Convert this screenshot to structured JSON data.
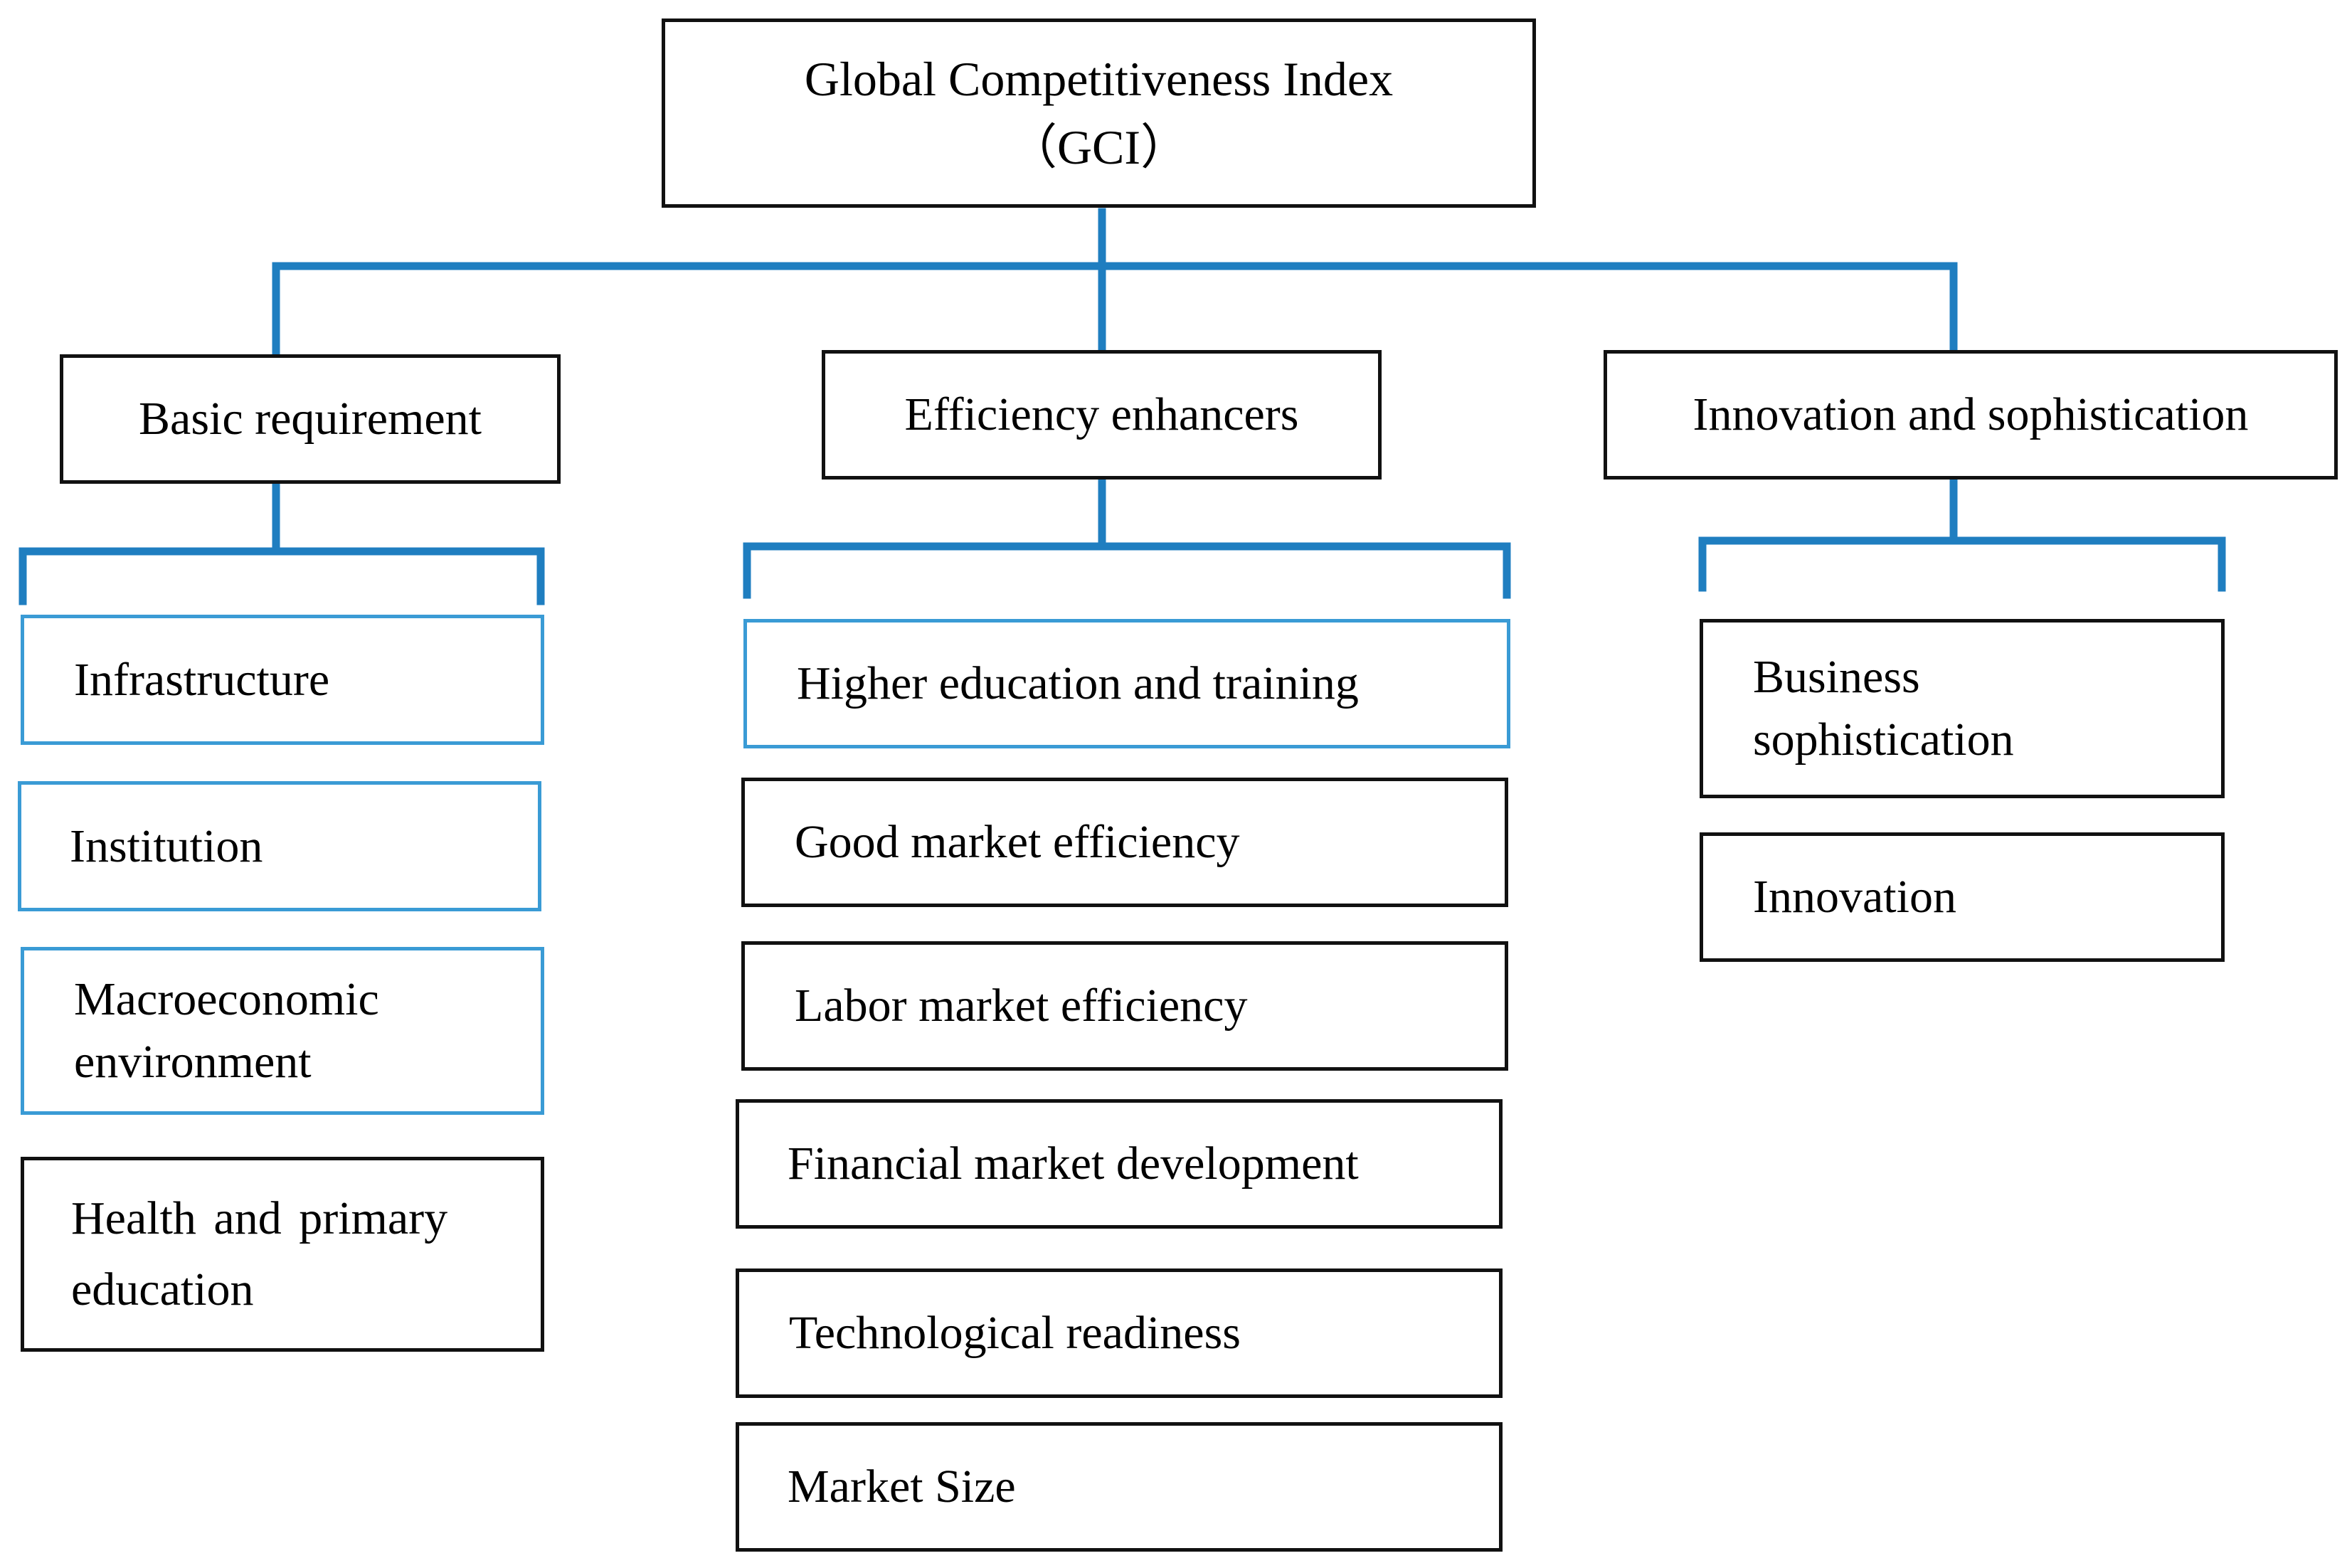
{
  "root": {
    "label": "Global Competitiveness Index\n（GCI）"
  },
  "categories": [
    {
      "label": "Basic requirement",
      "items": [
        "Infrastructure",
        "Institution",
        "Macroeconomic environment",
        "Health and primary education"
      ]
    },
    {
      "label": "Efficiency enhancers",
      "items": [
        "Higher education and training",
        "Good market efficiency",
        "Labor market efficiency",
        "Financial market development",
        "Technological readiness",
        "Market Size"
      ]
    },
    {
      "label": "Innovation and sophistication",
      "items": [
        "Business sophistication",
        "Innovation"
      ]
    }
  ],
  "colors": {
    "connector": "#1f7ec0",
    "box_border": "#111111",
    "highlight_border": "#3a9bd5"
  }
}
